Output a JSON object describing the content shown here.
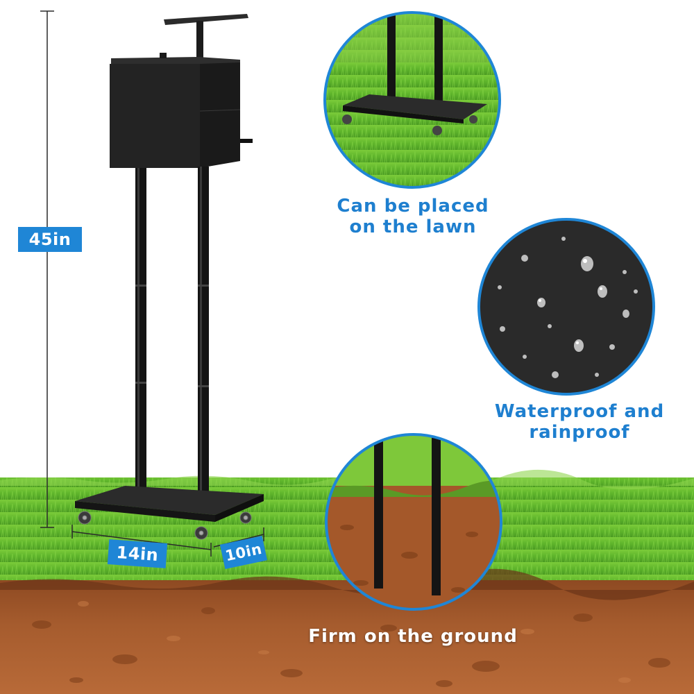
{
  "dimensions": {
    "height": "45in",
    "width": "14in",
    "depth": "10in"
  },
  "features": [
    {
      "line1": "Can be placed",
      "line2": "on the lawn",
      "icon": "lawn-closeup"
    },
    {
      "line1": "Waterproof and",
      "line2": "rainproof",
      "icon": "water-droplets-closeup"
    },
    {
      "text": "Firm on the ground",
      "icon": "soil-closeup"
    }
  ],
  "colors": {
    "accent": "#1f86d6",
    "caption_text": "#1e7fcf",
    "grass": "#5fb92e",
    "soil": "#a35a2c",
    "product": "#1a1a1a"
  }
}
